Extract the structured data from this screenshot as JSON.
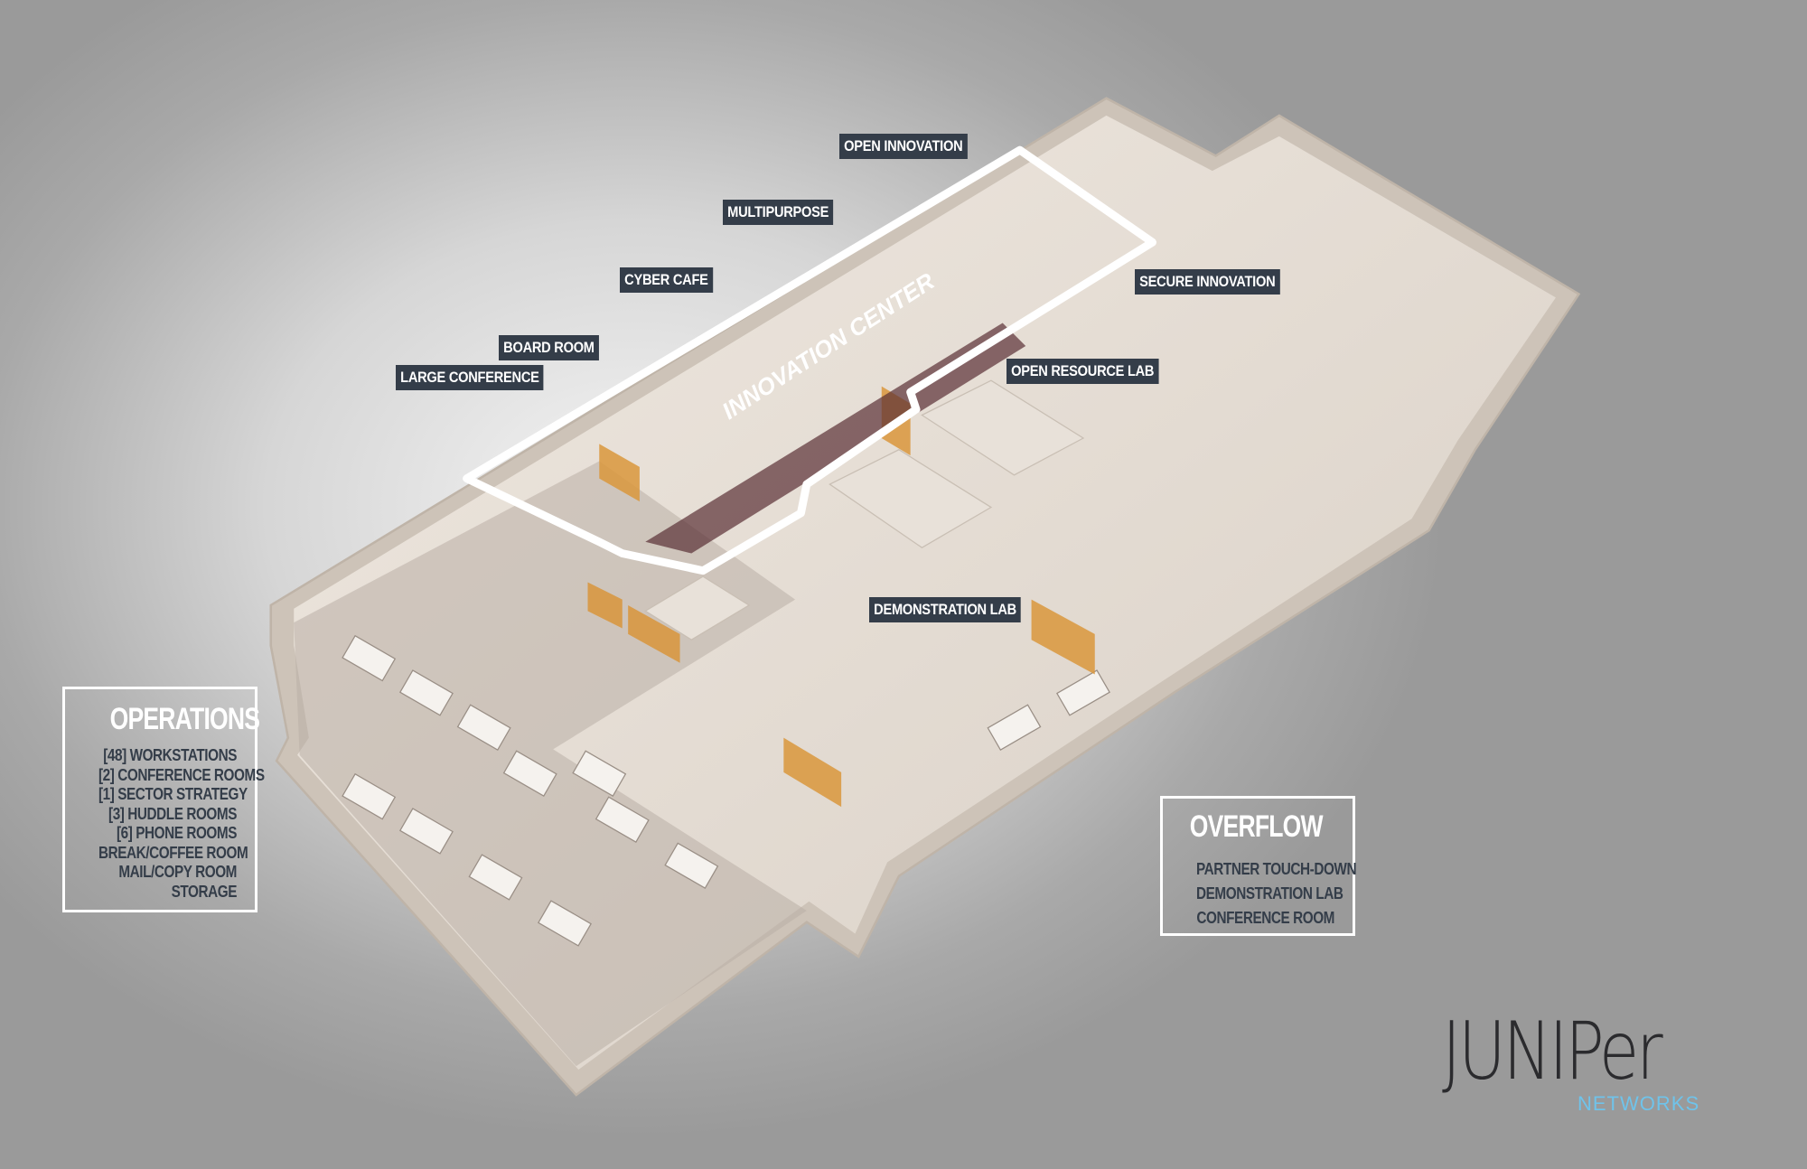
{
  "room_labels": {
    "open_innovation": "OPEN INNOVATION",
    "multipurpose": "MULTIPURPOSE",
    "cyber_cafe": "CYBER CAFE",
    "board_room": "BOARD ROOM",
    "large_conference": "LARGE CONFERENCE",
    "secure_innovation": "SECURE INNOVATION",
    "open_resource_lab": "OPEN RESOURCE LAB",
    "demonstration_lab": "DEMONSTRATION LAB"
  },
  "innovation_center": "INNOVATION CENTER",
  "operations": {
    "title": "OPERATIONS",
    "items": [
      "[48] WORKSTATIONS",
      "[2] CONFERENCE ROOMS",
      "[1] SECTOR STRATEGY",
      "[3] HUDDLE ROOMS",
      "[6] PHONE ROOMS",
      "BREAK/COFFEE ROOM",
      "MAIL/COPY ROOM",
      "STORAGE"
    ]
  },
  "overflow": {
    "title": "OVERFLOW",
    "items": [
      "PARTNER TOUCH-DOWN",
      "DEMONSTRATION LAB",
      "CONFERENCE ROOM"
    ]
  },
  "logo": {
    "wordmark": "JUNIPer",
    "subtitle": "NETWORKS"
  },
  "colors": {
    "label_bg": "#343d49",
    "accent_blue": "#6fc3ea",
    "accent_orange": "#d9963c",
    "floor": "#e6ddd3"
  }
}
